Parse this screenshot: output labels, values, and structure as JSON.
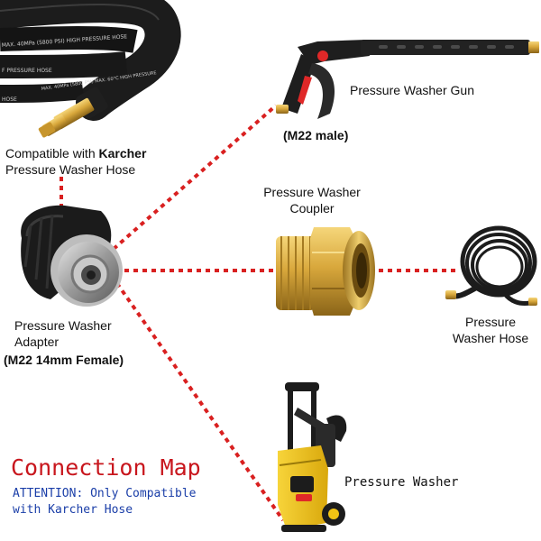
{
  "hose_label": {
    "line1_prefix": "Compatible with ",
    "line1_brand": "Karcher",
    "line2": "Pressure Washer Hose"
  },
  "hose_print": {
    "line_a": "MAX. 40MPa (5800 PSI) HIGH PRESSURE HOSE",
    "line_b": "F PRESSURE HOSE",
    "line_c": "MAX. 40MPa (5800 PSI) MAX. 60°C HIGH PRESSURE",
    "line_d": "HOSE"
  },
  "gun_label": "Pressure Washer Gun",
  "gun_spec": "(M22 male)",
  "coupler_label": {
    "line1": "Pressure Washer",
    "line2": "Coupler"
  },
  "washer_hose_label": {
    "line1": "Pressure",
    "line2": "Washer Hose"
  },
  "adapter_label": {
    "line1": "Pressure Washer",
    "line2": "Adapter",
    "spec": "(M22 14mm Female)"
  },
  "washer_label": "Pressure Washer",
  "title": "Connection Map",
  "attention": {
    "line1": "ATTENTION: Only Compatible",
    "line2": "with Karcher Hose"
  },
  "colors": {
    "connector_line": "#d92020",
    "title": "#c8161d",
    "attention": "#1a3ea8",
    "brass": "#d9a83c",
    "hose": "#1c1c1c",
    "washer_yellow": "#f2c314"
  },
  "icons": [
    "hose-coil-icon",
    "spray-gun-icon",
    "coupler-icon",
    "adapter-icon",
    "washer-hose-icon",
    "pressure-washer-icon"
  ]
}
